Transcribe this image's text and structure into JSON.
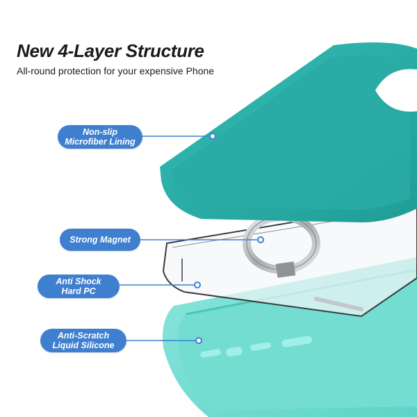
{
  "header": {
    "title": "New 4-Layer Structure",
    "subtitle": "All-round protection for your expensive Phone"
  },
  "callouts": [
    {
      "line1": "Non-slip",
      "line2": "Microfiber Lining"
    },
    {
      "line1": "Strong Magnet",
      "line2": ""
    },
    {
      "line1": "Anti Shock",
      "line2": "Hard PC"
    },
    {
      "line1": "Anti-Scratch",
      "line2": "Liquid Silicone"
    }
  ],
  "colors": {
    "lining": "#2eb3ad",
    "silicone": "#7fe0d6",
    "callout": "#3f7fcf",
    "connector": "#3f7fcf"
  }
}
